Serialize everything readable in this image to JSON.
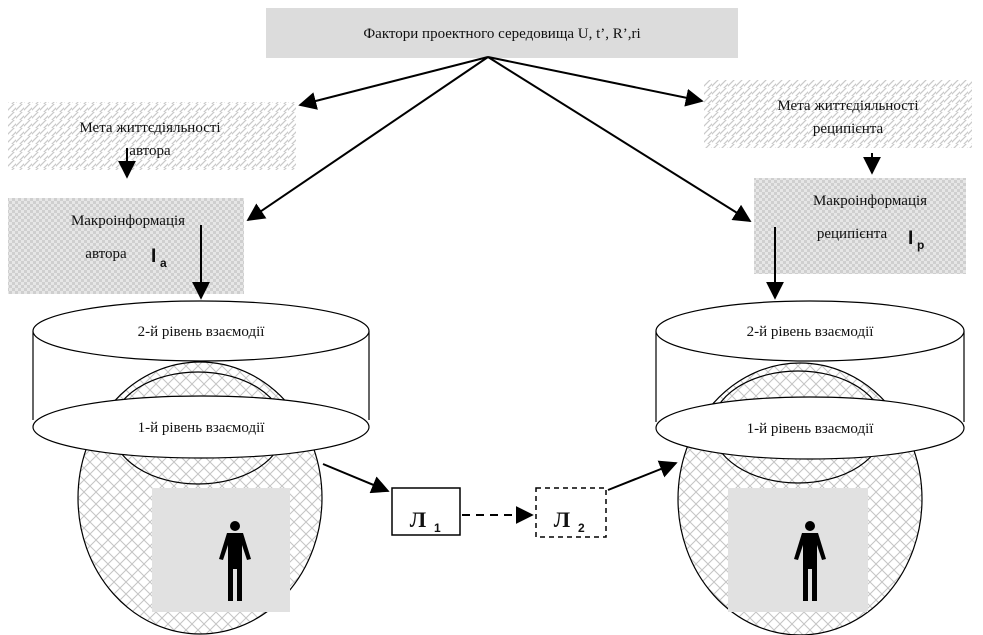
{
  "header": {
    "factors_label": "Фактори проектного середовища U, t’, R’,ri"
  },
  "author": {
    "goal_label_line1": "Мета життєдіяльності",
    "goal_label_line2": "автора",
    "macro_label_line1": "Макроінформація",
    "macro_label_line2": "автора",
    "macro_symbol": "I",
    "macro_symbol_sub": "a",
    "level2_label": "2-й рівень взаємодії",
    "level1_label": "1-й рівень взаємодії"
  },
  "recipient": {
    "goal_label_line1": "Мета життєдіяльності",
    "goal_label_line2": "реципієнта",
    "macro_label_line1": "Макроінформація",
    "macro_label_line2": "реципієнта",
    "macro_symbol": "I",
    "macro_symbol_sub": "p",
    "level2_label": "2-й рівень взаємодії",
    "level1_label": "1-й рівень взаємодії"
  },
  "links": {
    "l1_letter": "Л",
    "l1_sub": "1",
    "l2_letter": "Л",
    "l2_sub": "2"
  },
  "icons": {
    "author_person": "person-icon",
    "recipient_person": "person-icon"
  }
}
